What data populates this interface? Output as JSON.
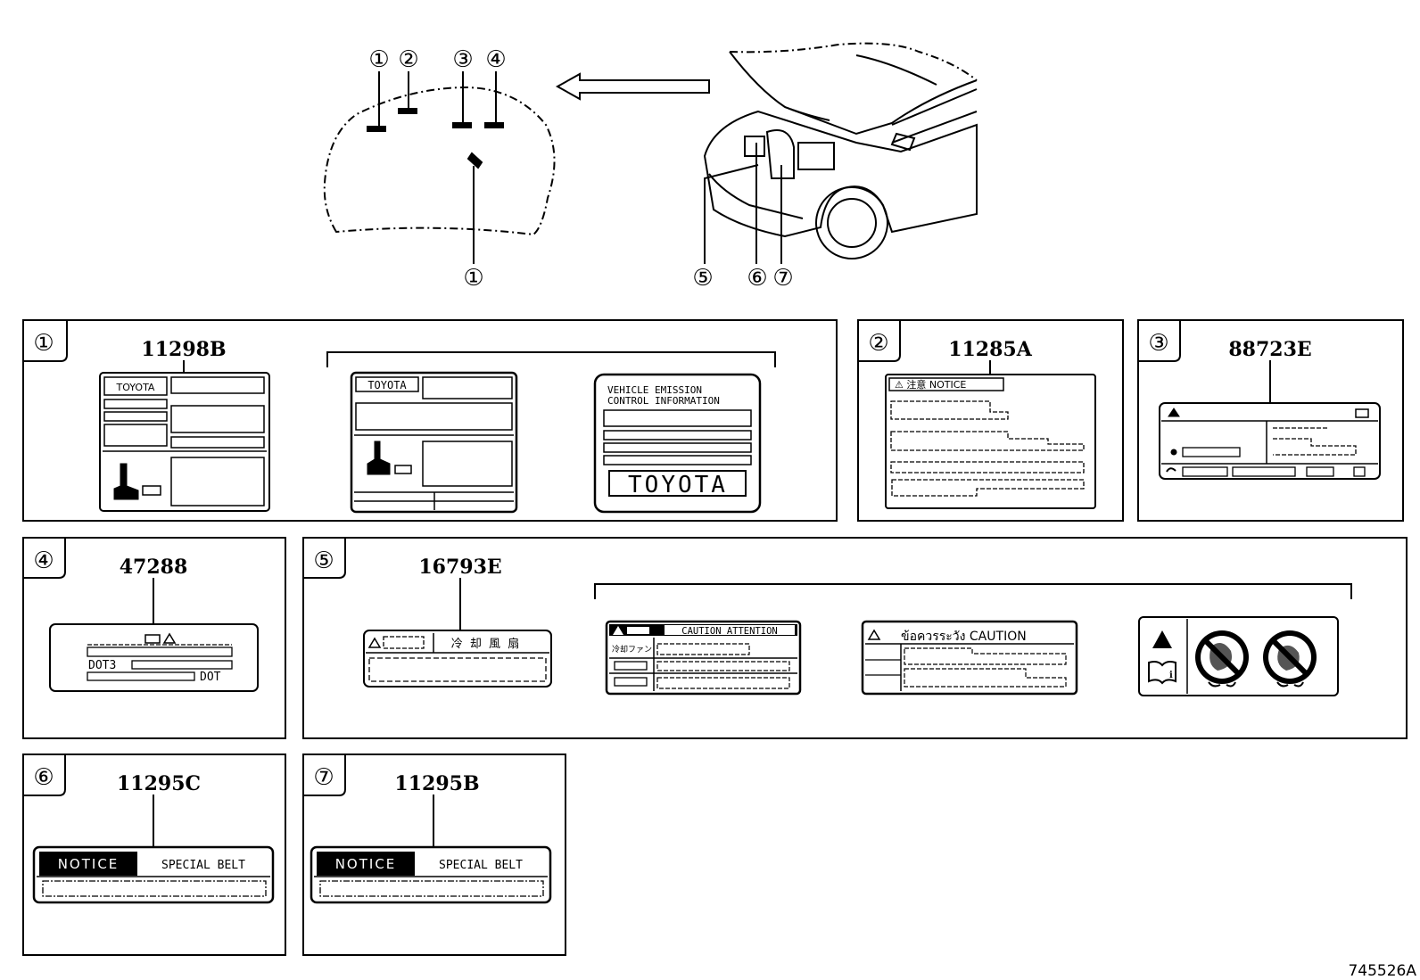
{
  "callouts": [
    "①",
    "②",
    "③",
    "④",
    "⑤",
    "⑥",
    "⑦"
  ],
  "panels": {
    "p1": {
      "callout": "①",
      "part_no": "11298B",
      "label_a": {
        "brand": "TOYOTA"
      },
      "label_b": {
        "brand": "TOYOTA"
      },
      "label_c": {
        "line1": "VEHICLE EMISSION",
        "line2": "CONTROL INFORMATION",
        "brand": "TOYOTA"
      }
    },
    "p2": {
      "callout": "②",
      "part_no": "11285A",
      "notice": "⚠ 注意  NOTICE"
    },
    "p3": {
      "callout": "③",
      "part_no": "88723E"
    },
    "p4": {
      "callout": "④",
      "part_no": "47288",
      "dot_left": "DOT3",
      "dot_right": "DOT"
    },
    "p5": {
      "callout": "⑤",
      "part_no": "16793E",
      "jp_label": "冷 却 風 扇",
      "caution_attention": "CAUTION  ATTENTION",
      "jp_fan": "冷却ファン",
      "thai_caution": "ข้อควรระวัง  CAUTION"
    },
    "p6": {
      "callout": "⑥",
      "part_no": "11295C",
      "notice": "NOTICE",
      "belt": "SPECIAL BELT"
    },
    "p7": {
      "callout": "⑦",
      "part_no": "11295B",
      "notice": "NOTICE",
      "belt": "SPECIAL BELT"
    }
  },
  "figure_id": "745526A"
}
